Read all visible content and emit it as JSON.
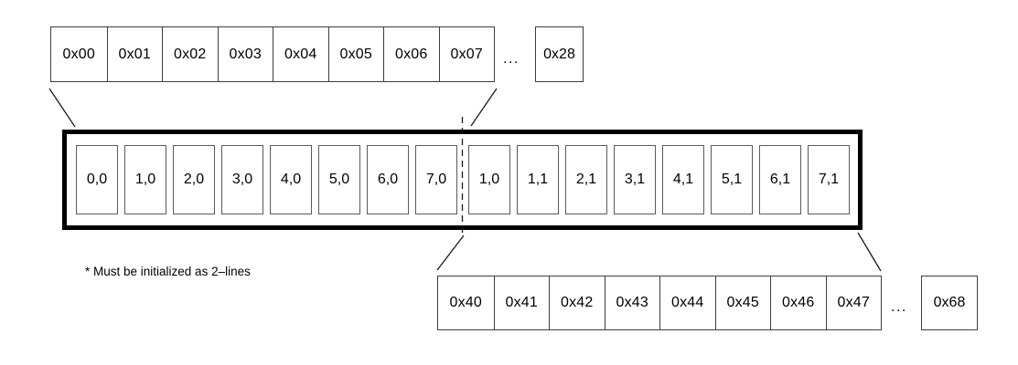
{
  "top_row": {
    "cells": [
      "0x00",
      "0x01",
      "0x02",
      "0x03",
      "0x04",
      "0x05",
      "0x06",
      "0x07"
    ],
    "ellipsis": "...",
    "tail_cell": "0x28"
  },
  "buffer": {
    "cells": [
      "0,0",
      "1,0",
      "2,0",
      "3,0",
      "4,0",
      "5,0",
      "6,0",
      "7,0",
      "1,0",
      "1,1",
      "2,1",
      "3,1",
      "4,1",
      "5,1",
      "6,1",
      "7,1"
    ]
  },
  "bottom_row": {
    "cells": [
      "0x40",
      "0x41",
      "0x42",
      "0x43",
      "0x44",
      "0x45",
      "0x46",
      "0x47"
    ],
    "ellipsis": "...",
    "tail_cell": "0x68"
  },
  "footnote": "* Must be initialized as 2–lines",
  "colors": {
    "background": "#ffffff",
    "thick_border": "#000000",
    "thin_border": "#3d3d3d",
    "cell_border": "#5a5a5a",
    "text": "#000000",
    "connector": "#1a1a1a"
  }
}
